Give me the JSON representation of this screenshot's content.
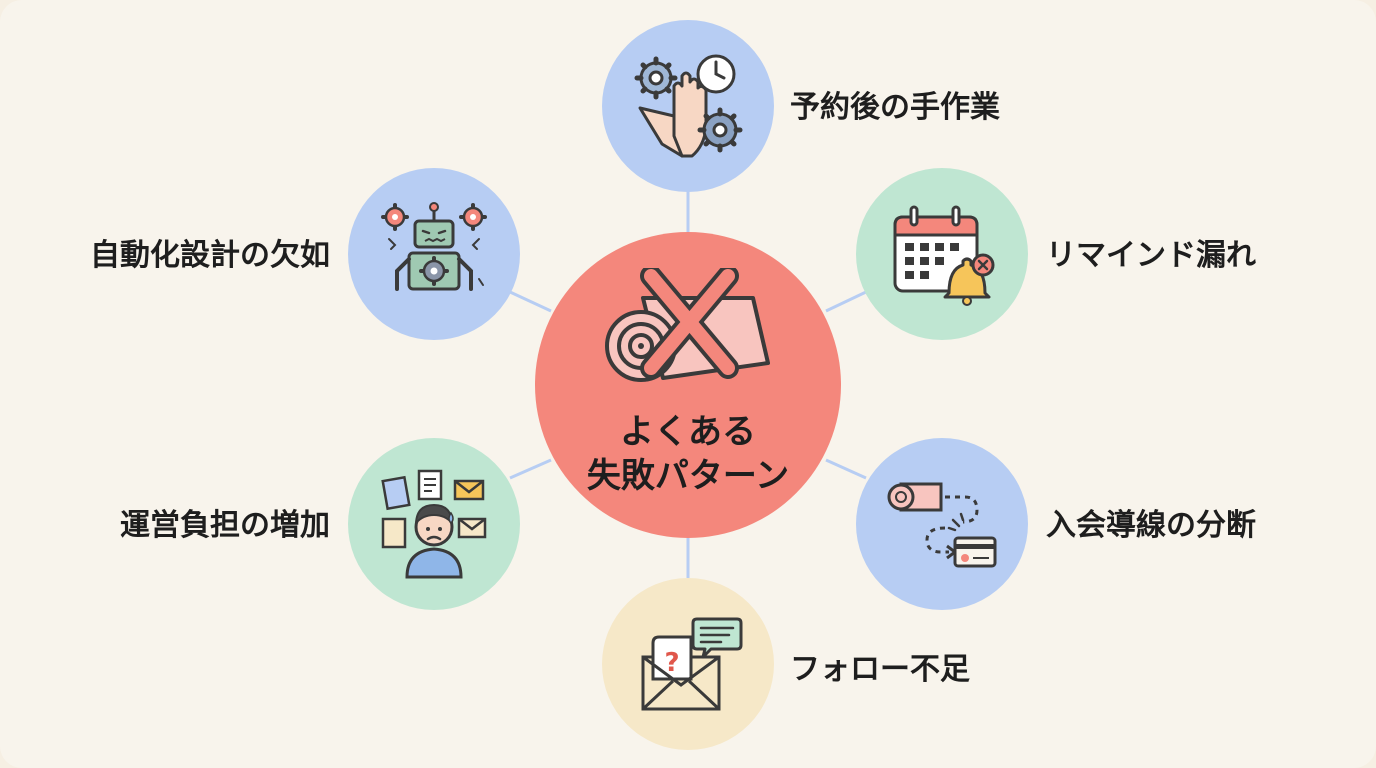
{
  "center": {
    "title_line1": "よくある",
    "title_line2": "失敗パターン",
    "icon": "crossed-out-rolled-mat-icon"
  },
  "nodes": [
    {
      "id": "manual",
      "label": "予約後の手作業",
      "icon": "hands-gears-clock-icon",
      "color": "#b7cdf3"
    },
    {
      "id": "reminder",
      "label": "リマインド漏れ",
      "icon": "calendar-bell-icon",
      "color": "#bfe6d2"
    },
    {
      "id": "funnel",
      "label": "入会導線の分断",
      "icon": "broken-flow-card-icon",
      "color": "#b7cdf3"
    },
    {
      "id": "follow",
      "label": "フォロー不足",
      "icon": "envelope-question-icon",
      "color": "#f6e8c8"
    },
    {
      "id": "burden",
      "label": "運営負担の増加",
      "icon": "overwhelmed-person-icon",
      "color": "#bfe6d2"
    },
    {
      "id": "automation",
      "label": "自動化設計の欠如",
      "icon": "broken-robot-icon",
      "color": "#b7cdf3"
    }
  ],
  "colors": {
    "center": "#f4877c",
    "connector": "#b7cdf3",
    "background": "#f8f4ec"
  }
}
